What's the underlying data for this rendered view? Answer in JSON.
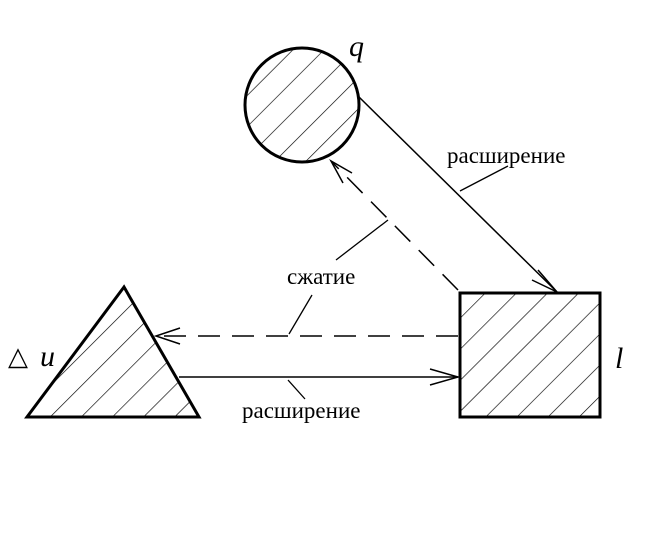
{
  "nodes": {
    "circle_label": "q",
    "square_label": "l",
    "triangle_label": "u",
    "triangle_symbol": "△"
  },
  "edges": {
    "circle_to_square": "расширение",
    "compression": "сжатие",
    "triangle_to_square": "расширение"
  },
  "colors": {
    "stroke": "#000000",
    "background": "#ffffff"
  }
}
